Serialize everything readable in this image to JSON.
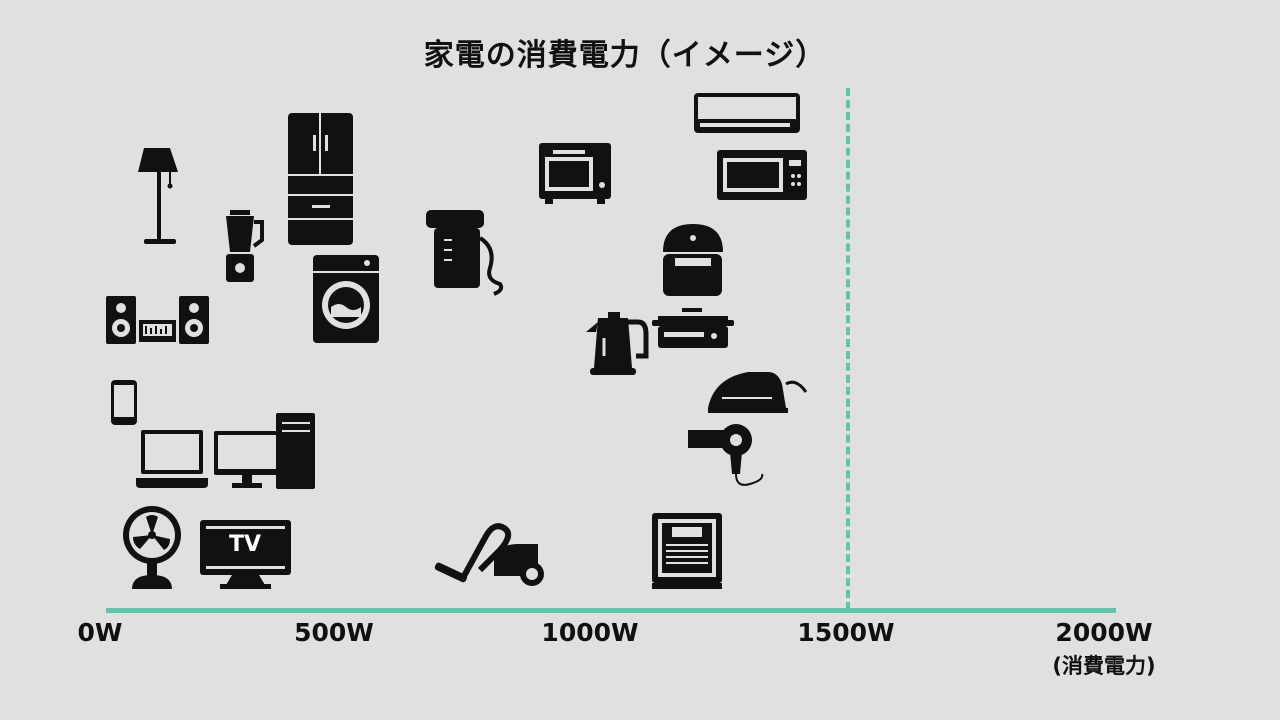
{
  "title": "家電の消費電力（イメージ）",
  "axis": {
    "ticks": [
      "0W",
      "500W",
      "1000W",
      "1500W",
      "2000W"
    ],
    "unit_label": "(消費電力)",
    "accent_color": "#5bc8ae",
    "threshold_line": "1500W"
  },
  "tv_label": "TV",
  "appliances": [
    "floor-lamp",
    "blender",
    "refrigerator",
    "washing-machine",
    "stereo",
    "smartphone",
    "laptop",
    "desktop-pc",
    "electric-fan",
    "television",
    "electric-pot",
    "vacuum-cleaner",
    "toaster-oven",
    "air-conditioner",
    "microwave",
    "rice-cooker",
    "electric-kettle",
    "hot-plate",
    "iron",
    "hair-dryer",
    "heater"
  ]
}
